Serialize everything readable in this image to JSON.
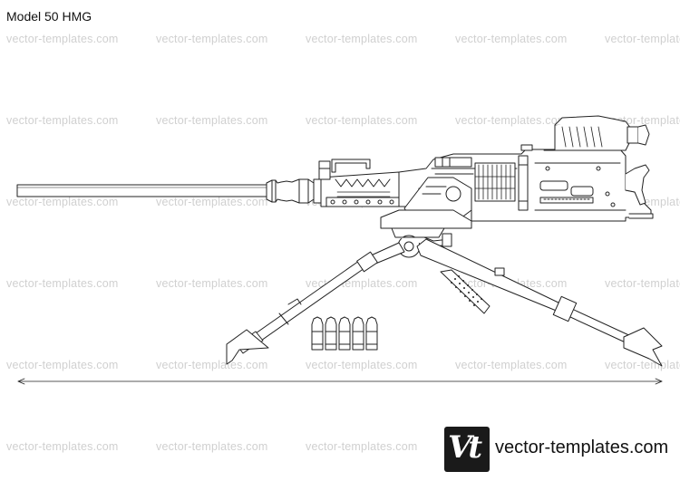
{
  "title": "Model 50 HMG",
  "watermark": {
    "text": "vector-templates.com",
    "color": "#d0d0d0"
  },
  "brand": {
    "logo_letters": "Vt",
    "text": "vector-templates.com"
  },
  "colors": {
    "line": "#222222",
    "background": "#ffffff"
  }
}
